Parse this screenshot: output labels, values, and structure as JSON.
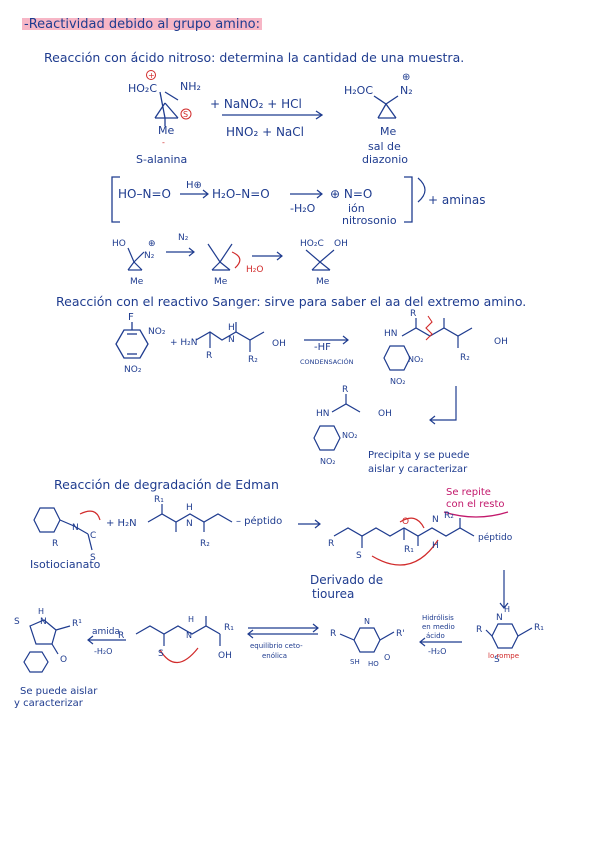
{
  "title": "-Reactividad debido al grupo amino:",
  "sections": [
    {
      "heading": "Reacción con ácido nitroso: determina la cantidad de una muestra.",
      "reagents_top": "+ NaNO₂ + HCl",
      "reagents_bottom": "HNO₂ + NaCl",
      "reactant_label": "S-alanina",
      "reactant_groups": {
        "acid": "HO₂C",
        "amine": "NH₂",
        "methyl": "Me",
        "stereo": "S",
        "charge": "+",
        "minus": "-"
      },
      "product_groups": {
        "acid": "H₂OC",
        "diazonium": "N₂",
        "methyl": "Me",
        "charge": "⊕"
      },
      "product_label_1": "sal de",
      "product_label_2": "diazonio",
      "mechanism": {
        "step1": "HO–N=O",
        "step1_reagent": "H⊕",
        "step2": "H₂O–N=O",
        "step2_reagent": "-H₂O",
        "step3": "⊕ N=O",
        "ion_1": "ión",
        "ion_2": "nitrosonio",
        "side_note": "+ aminas"
      },
      "mech_row": {
        "acid": "HO",
        "diazo": "N₂",
        "leaving": "N₂",
        "water": "H₂O",
        "product_acid": "HO₂C",
        "product_oh": "OH",
        "methyl": "Me",
        "charge": "⊕"
      }
    },
    {
      "heading": "Reacción con el reactivo Sanger: sirve para saber el aa del extremo amino.",
      "reagent_F": "F",
      "reagent_NO2_a": "NO₂",
      "reagent_NO2_b": "NO₂",
      "peptide_H2N": "+ H₂N",
      "peptide_R": "R",
      "peptide_R2": "R₂",
      "peptide_OH": "OH",
      "peptide_N": "N",
      "peptide_H": "H",
      "arrow_label_top": "-HF",
      "arrow_label_bottom": "CONDENSACIÓN",
      "product_HN": "HN",
      "product_R": "R",
      "product_R2": "R₂",
      "product_OH": "OH",
      "product_NO2_a": "NO₂",
      "product_NO2_b": "NO₂",
      "final_HN": "HN",
      "final_R": "R",
      "final_OH": "OH",
      "final_NO2_a": "NO₂",
      "final_NO2_b": "NO₂",
      "note_1": "Precipita y se puede",
      "note_2": "aislar y caracterizar"
    },
    {
      "heading": "Reacción de degradación de Edman",
      "reagent_label": "Isotiocianato",
      "reagent_N": "N",
      "reagent_C": "C",
      "reagent_S": "S",
      "reagent_R": "R",
      "peptide_H2N": "+ H₂N",
      "peptide_R1": "R₁",
      "peptide_R2": "R₂",
      "peptide_tail": "– péptido",
      "peptide_N": "N",
      "peptide_H": "H",
      "repeat_1": "Se repite",
      "repeat_2": "con el resto",
      "deriv_R": "R",
      "deriv_S": "S",
      "deriv_R1": "R₁",
      "deriv_R2": "R₂",
      "deriv_tail": "péptido",
      "deriv_N": "N",
      "deriv_H": "H",
      "deriv_O": "O",
      "deriv_label_1": "Derivado de",
      "deriv_label_2": "tiourea",
      "product_S": "S",
      "product_N": "N",
      "product_H": "H",
      "product_R1": "R¹",
      "product_O": "O",
      "amide_label": "amida",
      "amide_sub": "-H₂O",
      "middle_R": "R",
      "middle_S": "S",
      "middle_R1": "R₁",
      "middle_OH": "OH",
      "middle_N": "N",
      "middle_H": "H",
      "equilibrium_1": "equilibrio ceto-",
      "equilibrium_2": "enólica",
      "cyclic_R": "R",
      "cyclic_SH": "SH",
      "cyclic_R1": "R'",
      "cyclic_HO": "HO",
      "cyclic_N": "N",
      "cyclic_O": "O",
      "hydrolysis_1": "Hidrólisis",
      "hydrolysis_2": "en medio",
      "hydrolysis_3": "ácido",
      "hydrolysis_sub": "-H₂O",
      "right_R": "R",
      "right_R1": "R₁",
      "right_S": "S",
      "right_N": "N",
      "right_H": "H",
      "right_label": "lo rompe",
      "final_note_1": "Se puede aislar",
      "final_note_2": "y caracterizar"
    }
  ],
  "colors": {
    "ink": "#1f3c8f",
    "red": "#d12b2b",
    "pink": "#c2186b",
    "highlight": "#f7b6c6"
  }
}
